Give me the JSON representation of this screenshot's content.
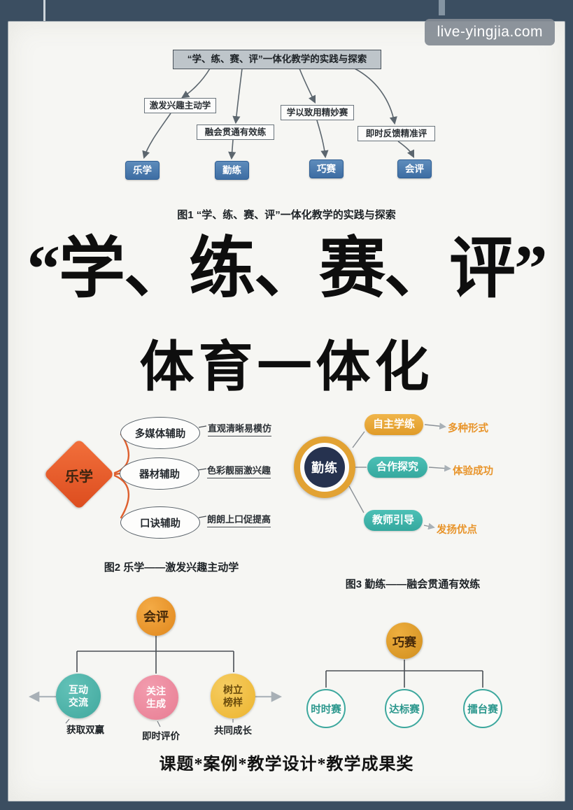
{
  "watermark": "live-yingjia.com",
  "palette": {
    "frame": "#3b4e61",
    "node_blue": "#4779ae",
    "diamond_red": "#e85a28",
    "ring_gold": "#e2a233",
    "ring_core_navy": "#26324f",
    "teal": "#3fb3a9",
    "pink": "#ee8fa3",
    "yellow": "#f2c24a",
    "accent_orange": "#e8942a"
  },
  "fig1": {
    "title": "“学、练、赛、评”一体化教学的实践与探索",
    "branches": [
      "激发兴趣主动学",
      "融会贯通有效练",
      "学以致用精妙赛",
      "即时反馈精准评"
    ],
    "nodes": [
      "乐学",
      "勤练",
      "巧赛",
      "会评"
    ],
    "caption": "图1  “学、练、赛、评”一体化教学的实践与探索"
  },
  "headline": {
    "line1": "“学、练、赛、评”",
    "line2": "体育一体化"
  },
  "fig2": {
    "root": "乐学",
    "items": [
      {
        "label": "多媒体辅助",
        "desc": "直观清晰易模仿"
      },
      {
        "label": "器材辅助",
        "desc": "色彩靓丽激兴趣"
      },
      {
        "label": "口诀辅助",
        "desc": "朗朗上口促提高"
      }
    ],
    "caption": "图2  乐学——激发兴趣主动学"
  },
  "fig3": {
    "root": "勤练",
    "items": [
      {
        "label": "自主学练",
        "desc": "多种形式"
      },
      {
        "label": "合作探究",
        "desc": "体验成功"
      },
      {
        "label": "教师引导",
        "desc": "发扬优点"
      }
    ],
    "caption": "图3  勤练——融会贯通有效练"
  },
  "fig4": {
    "root": "会评",
    "items": [
      {
        "label": "互动交流",
        "desc": "获取双赢"
      },
      {
        "label": "关注生成",
        "desc": "即时评价"
      },
      {
        "label": "树立榜样",
        "desc": "共同成长"
      }
    ]
  },
  "fig5": {
    "root": "巧赛",
    "items": [
      "时时赛",
      "达标赛",
      "擂台赛"
    ]
  },
  "footer": "课题*案例*教学设计*教学成果奖"
}
